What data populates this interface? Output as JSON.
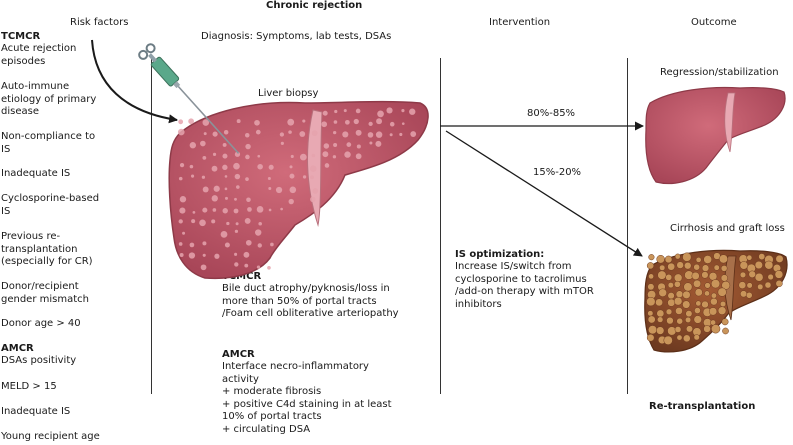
{
  "title": "Chronic rejection",
  "columns": {
    "risk_factors": "Risk factors",
    "diagnosis": "Diagnosis: Symptoms, lab tests, DSAs",
    "intervention": "Intervention",
    "outcome": "Outcome"
  },
  "risk_factors": {
    "tcmcr_heading": "TCMCR",
    "tcmcr_items": [
      [
        "Acute rejection",
        "episodes"
      ],
      [
        "Auto-immune",
        "etiology of primary",
        "disease"
      ],
      [
        "Non-compliance to",
        "IS"
      ],
      [
        "Inadequate IS"
      ],
      [
        "Cyclosporine-based",
        "IS"
      ],
      [
        "Previous re-",
        "transplantation",
        "(especially for CR)"
      ],
      [
        "Donor/recipient",
        "gender mismatch"
      ],
      [
        "Donor age > 40"
      ]
    ],
    "amcr_heading": "AMCR",
    "amcr_items": [
      [
        "DSAs positivity"
      ],
      [
        "MELD > 15"
      ],
      [
        "Inadequate IS"
      ],
      [
        "Young recipient age"
      ]
    ]
  },
  "diagnosis": {
    "biopsy_label": "Liver biopsy",
    "tcmcr_heading": "TCMCR",
    "tcmcr_lines": [
      "Bile duct atrophy/pyknosis/loss in",
      "more than 50% of portal tracts",
      "/Foam cell obliterative arteriopathy"
    ],
    "amcr_heading": "AMCR",
    "amcr_lines": [
      "Interface necro-inflammatory",
      "activity",
      "+ moderate fibrosis",
      "+ positive C4d staining in at least",
      "10% of portal tracts",
      "+ circulating DSA"
    ]
  },
  "intervention": {
    "arrow_top_label": "80%-85%",
    "arrow_bottom_label": "15%-20%",
    "is_heading": "IS optimization:",
    "is_lines": [
      "Increase IS/switch from",
      "cyclosporine to tacrolimus",
      "/add-on therapy with mTOR",
      "inhibitors"
    ]
  },
  "outcome": {
    "regression_label": "Regression/stabilization",
    "cirrhosis_label": "Cirrhosis and graft loss",
    "retransplant_label": "Re-transplantation"
  },
  "colors": {
    "liver_main": "#c05a6a",
    "liver_dark": "#8e3a48",
    "nodule": "#e6a4ae",
    "cirrhotic": "#8a4a2a",
    "cirrhotic_nodule": "#c9955a",
    "syringe_green": "#5aa88a"
  }
}
